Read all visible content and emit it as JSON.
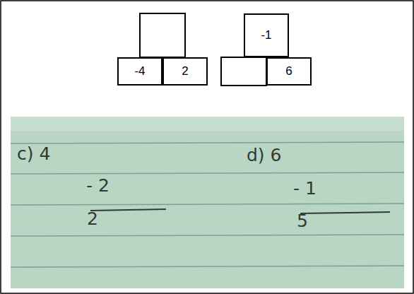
{
  "diagram": {
    "nodes": [
      {
        "text": [
          "-4"
        ]
      },
      {
        "text": [
          "2"
        ]
      },
      {
        "text": [
          "-1"
        ]
      },
      {
        "text": [
          "6"
        ]
      }
    ],
    "labels": [
      "c) 4",
      "- 2",
      "2",
      "d) 6",
      "- 1",
      "5"
    ]
  }
}
